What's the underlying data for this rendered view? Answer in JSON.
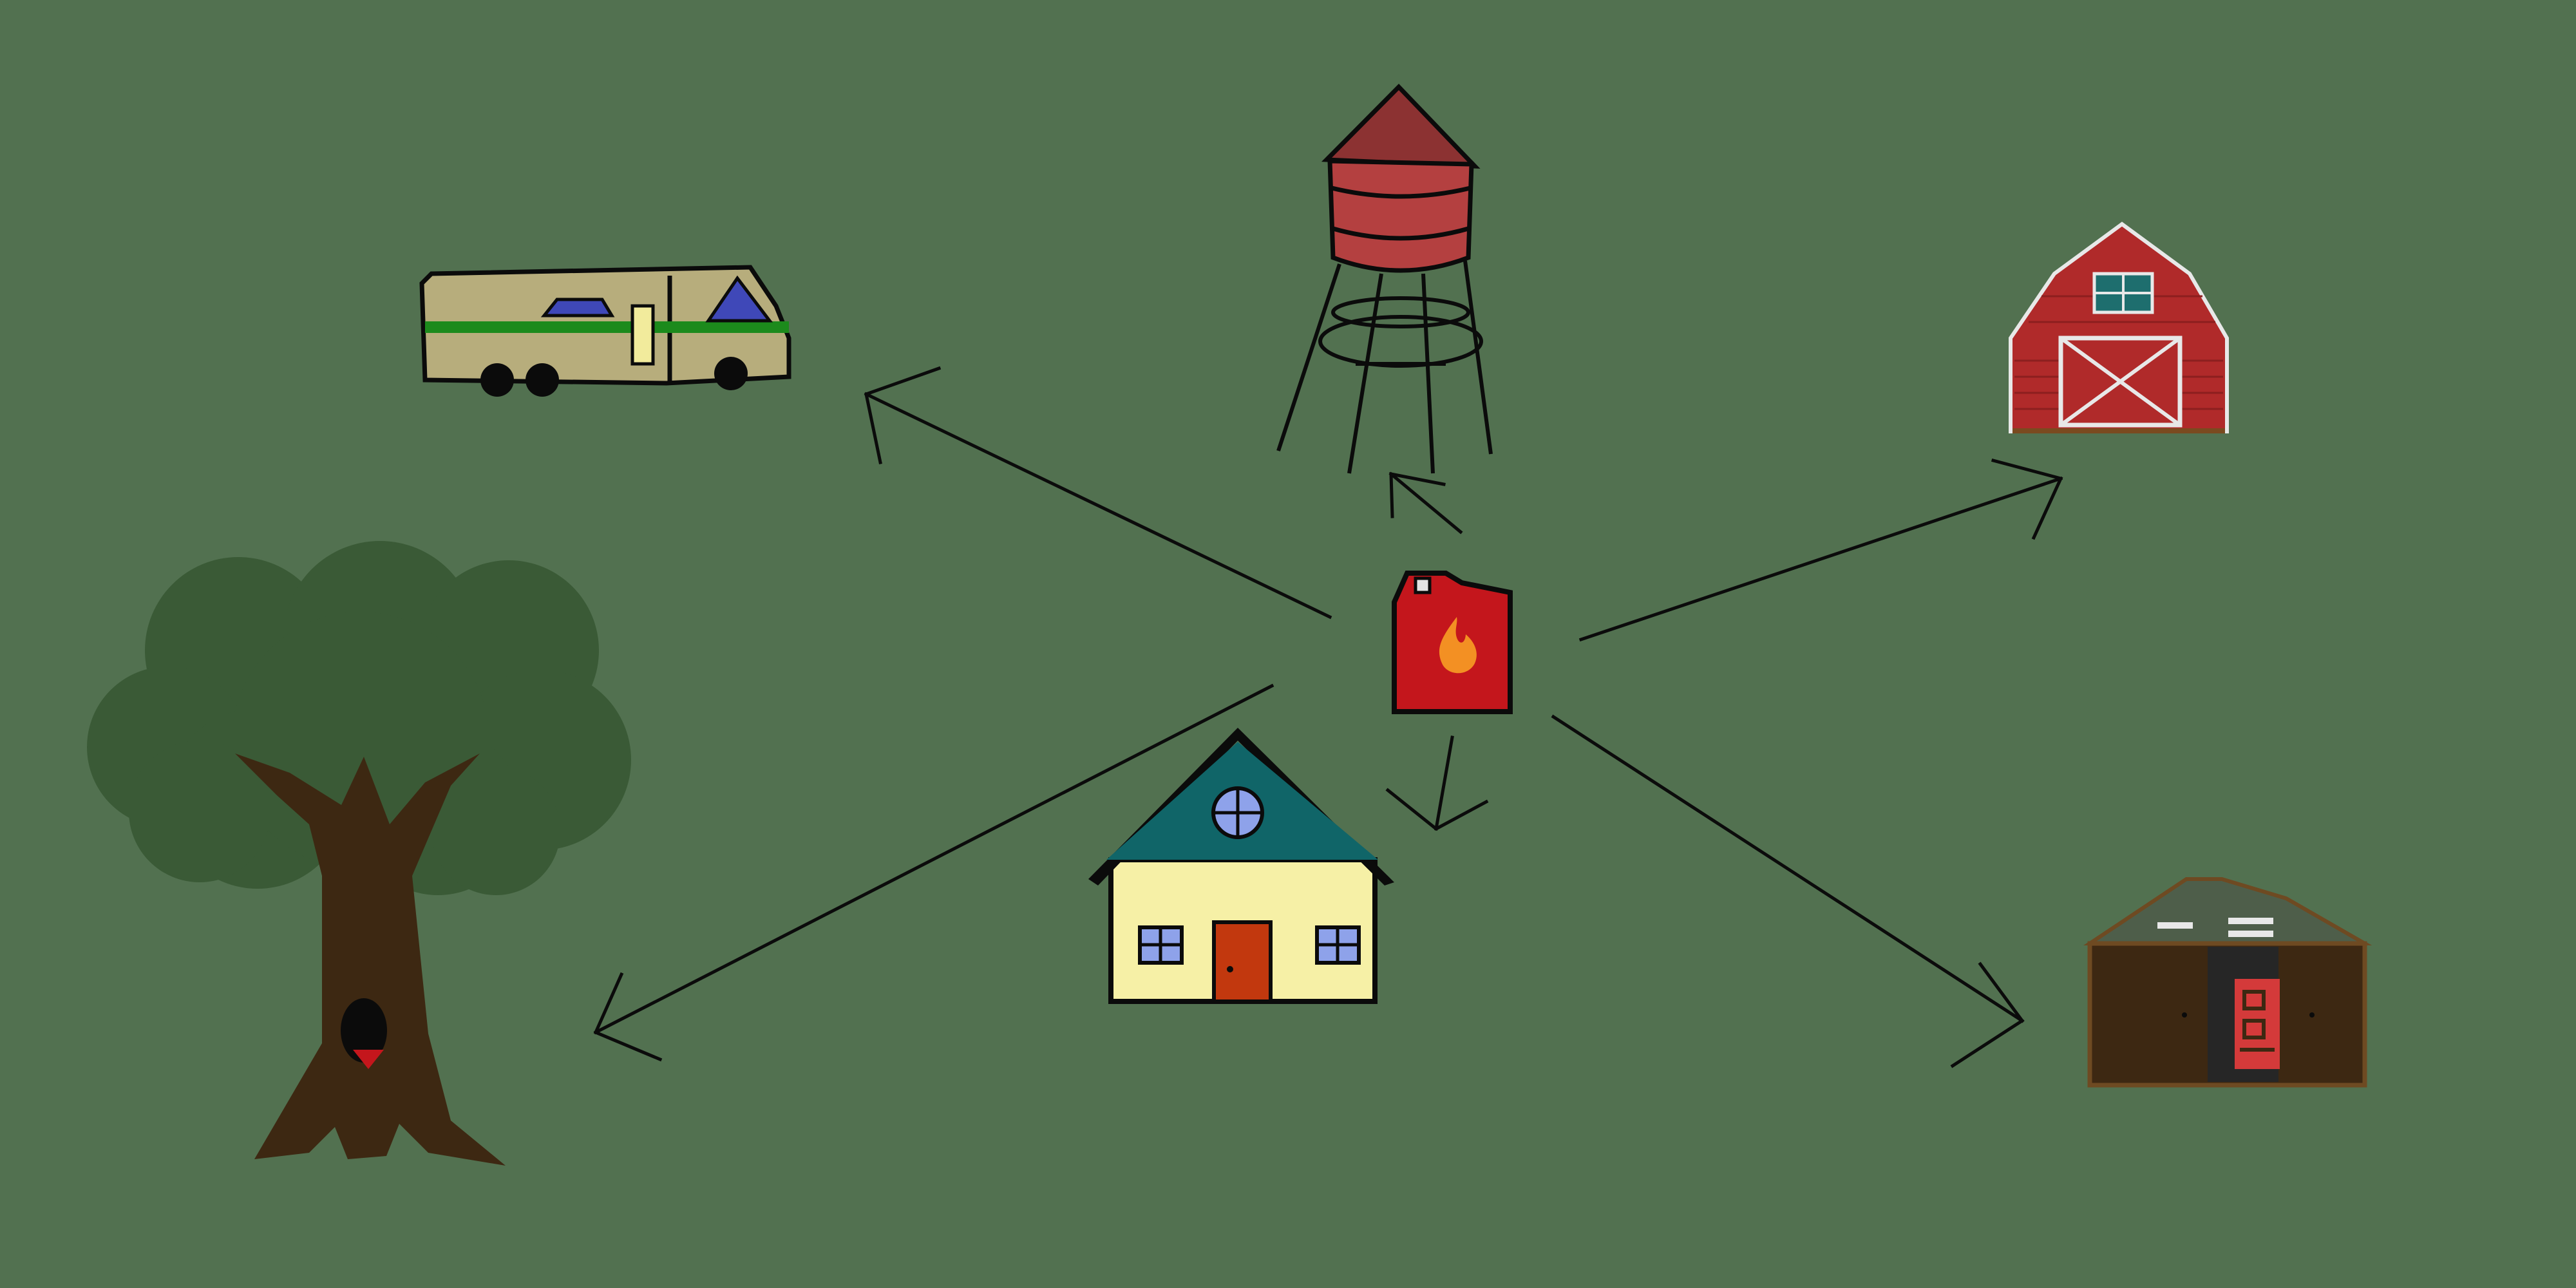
{
  "scene": {
    "background_color": "#527150",
    "center_item": {
      "icon": "gas-can-icon",
      "color": "#c4161c"
    },
    "destinations": [
      {
        "key": "rv",
        "icon": "rv-camper-icon"
      },
      {
        "key": "water-tower",
        "icon": "water-tower-icon"
      },
      {
        "key": "barn",
        "icon": "barn-icon"
      },
      {
        "key": "tree",
        "icon": "tree-with-hollow-icon"
      },
      {
        "key": "house",
        "icon": "house-icon"
      },
      {
        "key": "shed",
        "icon": "shed-icon"
      }
    ],
    "arrow_color": "#0b0b0b"
  }
}
